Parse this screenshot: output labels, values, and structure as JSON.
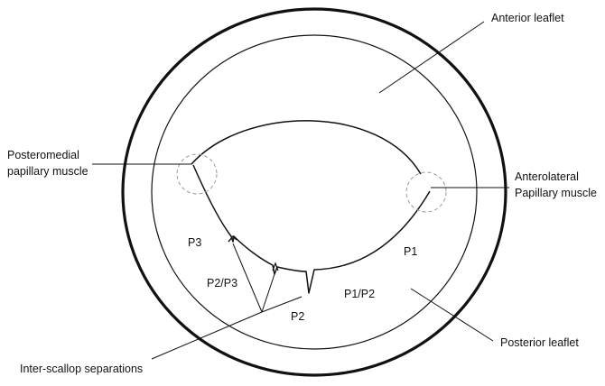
{
  "labels": {
    "anterior_leaflet": "Anterior leaflet",
    "posteromedial_line1": "Posteromedial",
    "posteromedial_line2": "papillary muscle",
    "anterolateral_line1": "Anterolateral",
    "anterolateral_line2": "Papillary muscle",
    "p3": "P3",
    "p1": "P1",
    "p2_p3": "P2/P3",
    "p1_p2": "P1/P2",
    "p2": "P2",
    "posterior_leaflet": "Posterior leaflet",
    "inter_scallop": "Inter-scallop separations"
  },
  "colors": {
    "stroke": "#111111",
    "dashed": "#9a9a9a",
    "background": "#ffffff"
  }
}
